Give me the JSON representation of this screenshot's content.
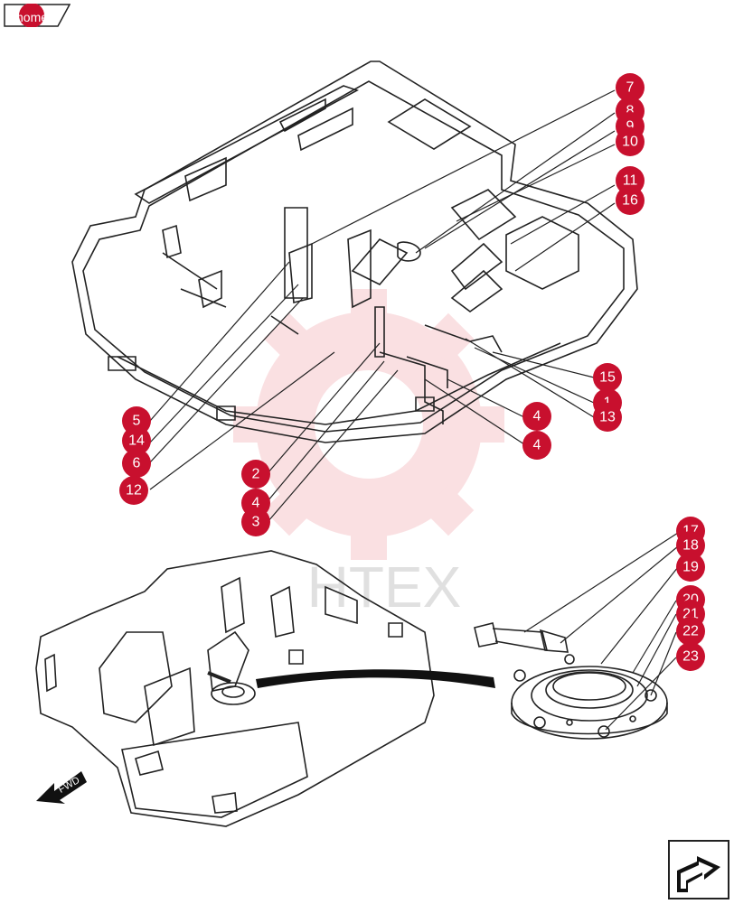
{
  "nav": {
    "home_label": "home"
  },
  "watermark": {
    "text": "HTEX"
  },
  "diagram": {
    "fwd_label": "FWD"
  },
  "colors": {
    "callout": "#c8102e",
    "watermark": "#f2a7ad",
    "line": "#222222"
  },
  "callouts": [
    {
      "label": "7"
    },
    {
      "label": "8"
    },
    {
      "label": "9"
    },
    {
      "label": "10"
    },
    {
      "label": "11"
    },
    {
      "label": "16"
    },
    {
      "label": "15"
    },
    {
      "label": "1"
    },
    {
      "label": "13"
    },
    {
      "label": "4"
    },
    {
      "label": "4"
    },
    {
      "label": "5"
    },
    {
      "label": "14"
    },
    {
      "label": "6"
    },
    {
      "label": "12"
    },
    {
      "label": "2"
    },
    {
      "label": "4"
    },
    {
      "label": "3"
    },
    {
      "label": "17"
    },
    {
      "label": "18"
    },
    {
      "label": "19"
    },
    {
      "label": "20"
    },
    {
      "label": "21"
    },
    {
      "label": "22"
    },
    {
      "label": "23"
    }
  ]
}
